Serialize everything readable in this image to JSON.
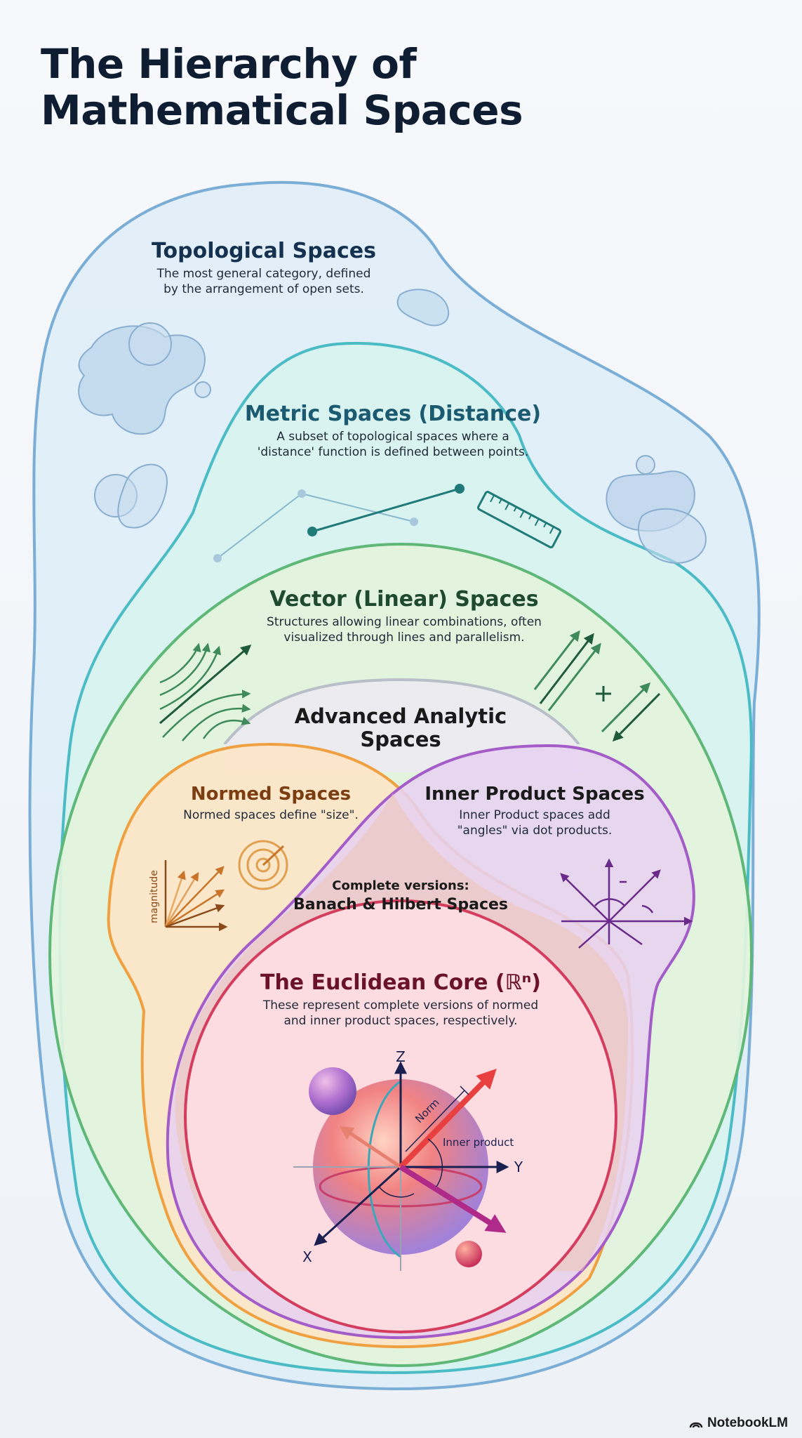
{
  "title": {
    "line1": "The Hierarchy of",
    "line2": "Mathematical Spaces"
  },
  "topological": {
    "heading": "Topological Spaces",
    "desc1": "The most general category, defined",
    "desc2": "by the arrangement of open sets."
  },
  "metric": {
    "heading": "Metric Spaces (Distance)",
    "desc1": "A subset of topological spaces where a",
    "desc2": "'distance' function is defined between points."
  },
  "vector": {
    "heading": "Vector (Linear) Spaces",
    "desc1": "Structures allowing linear combinations, often",
    "desc2": "visualized through lines and parallelism."
  },
  "advanced": {
    "line1": "Advanced Analytic",
    "line2": "Spaces"
  },
  "normed": {
    "heading": "Normed Spaces",
    "desc": "Normed spaces define \"size\".",
    "axis_label": "magnitude"
  },
  "inner": {
    "heading": "Inner Product Spaces",
    "desc1": "Inner Product spaces add",
    "desc2": "\"angles\" via dot products."
  },
  "complete": {
    "line1": "Complete versions:",
    "line2": "Banach & Hilbert Spaces"
  },
  "euclidean": {
    "heading": "The Euclidean Core (ℝⁿ)",
    "desc1": "These represent complete versions of normed",
    "desc2": "and inner product spaces, respectively.",
    "axis_z": "Z",
    "axis_y": "Y",
    "axis_x": "X",
    "norm_label": "Norm",
    "inner_label": "Inner product"
  },
  "brand": {
    "name": "NotebookLM"
  },
  "colors": {
    "topological": "#7aaed6",
    "metric": "#4bbcc6",
    "vector": "#5fb878",
    "advanced": "#b8bfc8",
    "normed": "#f0a040",
    "inner": "#a35cc8",
    "euclidean": "#d43d5d"
  }
}
